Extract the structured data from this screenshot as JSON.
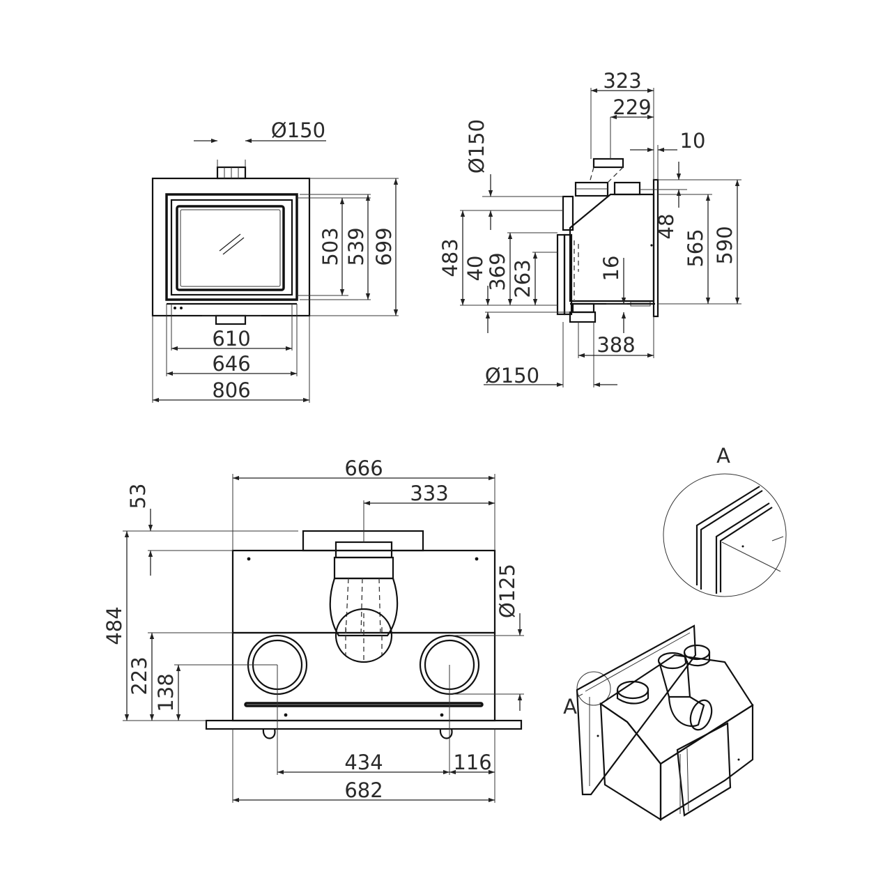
{
  "front_view": {
    "flue_dia": "Ø150",
    "h_glass": "503",
    "h_opening": "539",
    "h_total": "699",
    "w_glass": "610",
    "w_opening": "646",
    "w_total": "806"
  },
  "side_view": {
    "top_depth": "323",
    "flue_offset": "229",
    "frame_thk": "10",
    "flue_dia_top": "Ø150",
    "d483": "483",
    "d40": "40",
    "d369": "369",
    "d263": "263",
    "d16": "16",
    "d48": "48",
    "d565": "565",
    "d590": "590",
    "depth_bottom": "388",
    "flue_dia_bottom": "Ø150"
  },
  "top_view": {
    "width_top": "666",
    "half_width": "333",
    "d53": "53",
    "depth": "484",
    "d223": "223",
    "d138": "138",
    "outlet_dia": "Ø125",
    "outlet_spacing": "434",
    "outlet_offset": "116",
    "width_bottom": "682"
  },
  "detail": {
    "detail_label": "A",
    "iso_marker": "A"
  }
}
